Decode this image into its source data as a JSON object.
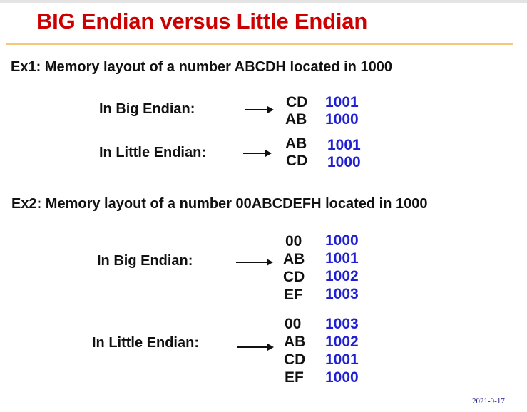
{
  "slide": {
    "title": "BIG Endian versus Little Endian",
    "footer_date": "2021-9-17"
  },
  "ex1": {
    "heading": "Ex1:  Memory layout of a number ABCDH located in 1000",
    "big": {
      "label": "In Big Endian:",
      "rows": [
        {
          "byte": "CD",
          "address": "1001"
        },
        {
          "byte": "AB",
          "address": "1000"
        }
      ]
    },
    "little": {
      "label": "In Little Endian:",
      "rows": [
        {
          "byte": "AB",
          "address": "1001"
        },
        {
          "byte": "CD",
          "address": "1000"
        }
      ]
    }
  },
  "ex2": {
    "heading": "Ex2: Memory layout of a number 00ABCDEFH located in 1000",
    "big": {
      "label": "In Big Endian:",
      "rows": [
        {
          "byte": "00",
          "address": "1000"
        },
        {
          "byte": "AB",
          "address": "1001"
        },
        {
          "byte": "CD",
          "address": "1002"
        },
        {
          "byte": "EF",
          "address": "1003"
        }
      ]
    },
    "little": {
      "label": "In Little Endian:",
      "rows": [
        {
          "byte": "00",
          "address": "1003"
        },
        {
          "byte": "AB",
          "address": "1002"
        },
        {
          "byte": "CD",
          "address": "1001"
        },
        {
          "byte": "EF",
          "address": "1000"
        }
      ]
    }
  },
  "colors": {
    "title": "#cc0000",
    "address": "#1f1fd4",
    "rule": "#f5c97a"
  }
}
